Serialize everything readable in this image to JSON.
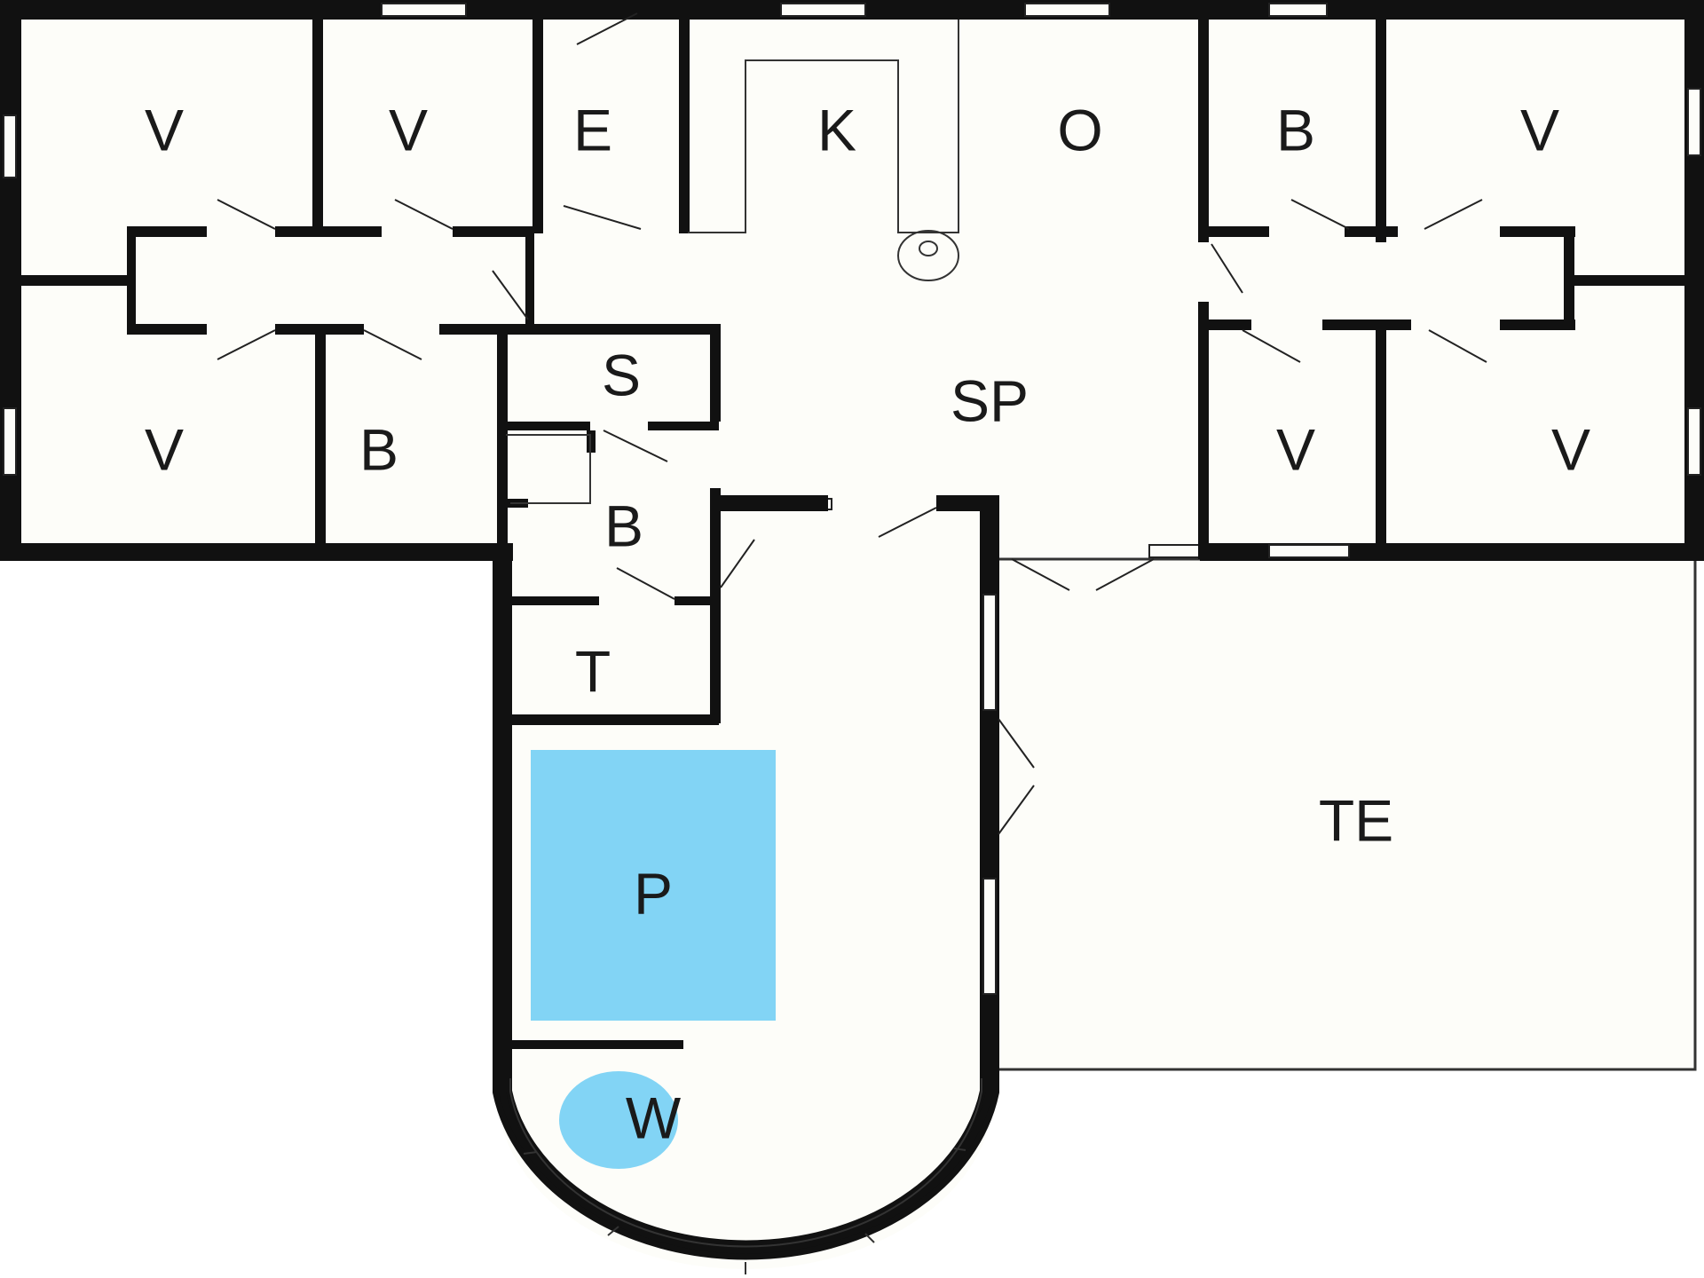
{
  "colors": {
    "floor": "#fdfdf9",
    "wall": "#111111",
    "pool": "#82d4f5",
    "background": "#ffffff"
  },
  "rooms": {
    "v1": "V",
    "v2": "V",
    "e": "E",
    "k": "K",
    "o": "O",
    "b1": "B",
    "v3": "V",
    "v4": "V",
    "b2": "B",
    "s": "S",
    "sp": "SP",
    "v5": "V",
    "v6": "V",
    "b3": "B",
    "t": "T",
    "te": "TE",
    "p": "P",
    "w": "W"
  },
  "icons": {
    "stove": "stove-icon"
  }
}
